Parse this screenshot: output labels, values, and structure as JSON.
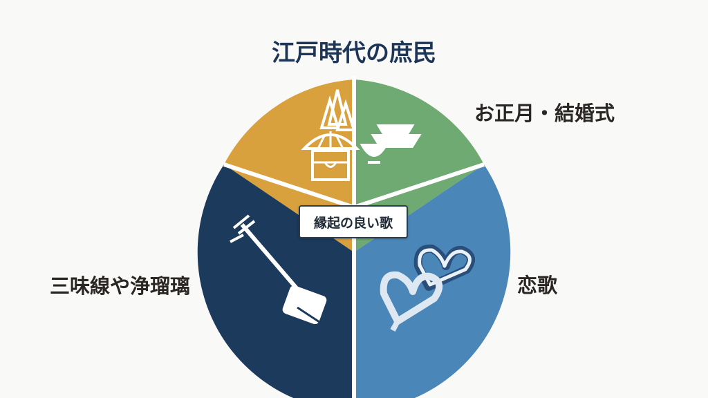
{
  "title": "江戸時代の庶民",
  "center_label": "縁起の良い歌",
  "segments": [
    {
      "id": "new-year",
      "label": "",
      "color": "#d8a13e",
      "icon": "kadomatsu-icon"
    },
    {
      "id": "wedding",
      "label": "お正月・結婚式",
      "color": "#6eaa72",
      "icon": "sake-cups-icon"
    },
    {
      "id": "love",
      "label": "恋歌",
      "color": "#4a86b8",
      "icon": "ribbon-hearts-icon"
    },
    {
      "id": "shamisen",
      "label": "三味線や浄瑠璃",
      "color": "#1b3a5c",
      "icon": "shamisen-icon"
    }
  ]
}
